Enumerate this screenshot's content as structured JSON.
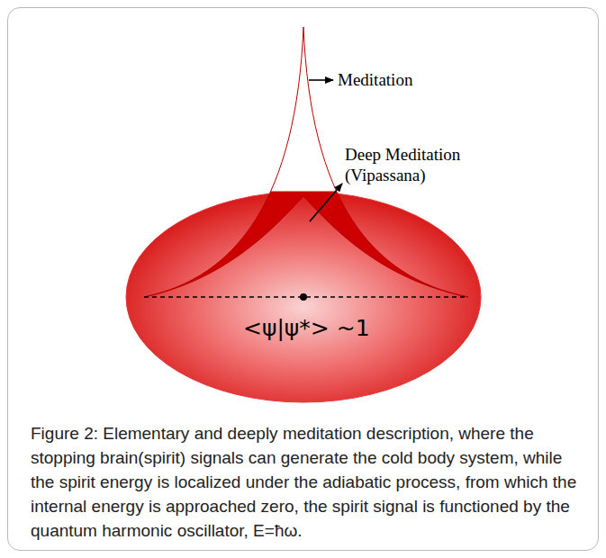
{
  "diagram": {
    "caption": "Figure 2: Elementary and deeply meditation description, where the stopping brain(spirit) signals can generate the cold body system, while the spirit energy is localized under the adiabatic process, from which the internal energy is approached zero, the spirit signal is functioned by the quantum harmonic oscillator, E=ħω.",
    "nodes": [
      {
        "text": [
          "<ψ|ψ*> ~1"
        ]
      }
    ],
    "labels": [
      "Meditation",
      "Deep Meditation (Vipassana)"
    ]
  }
}
